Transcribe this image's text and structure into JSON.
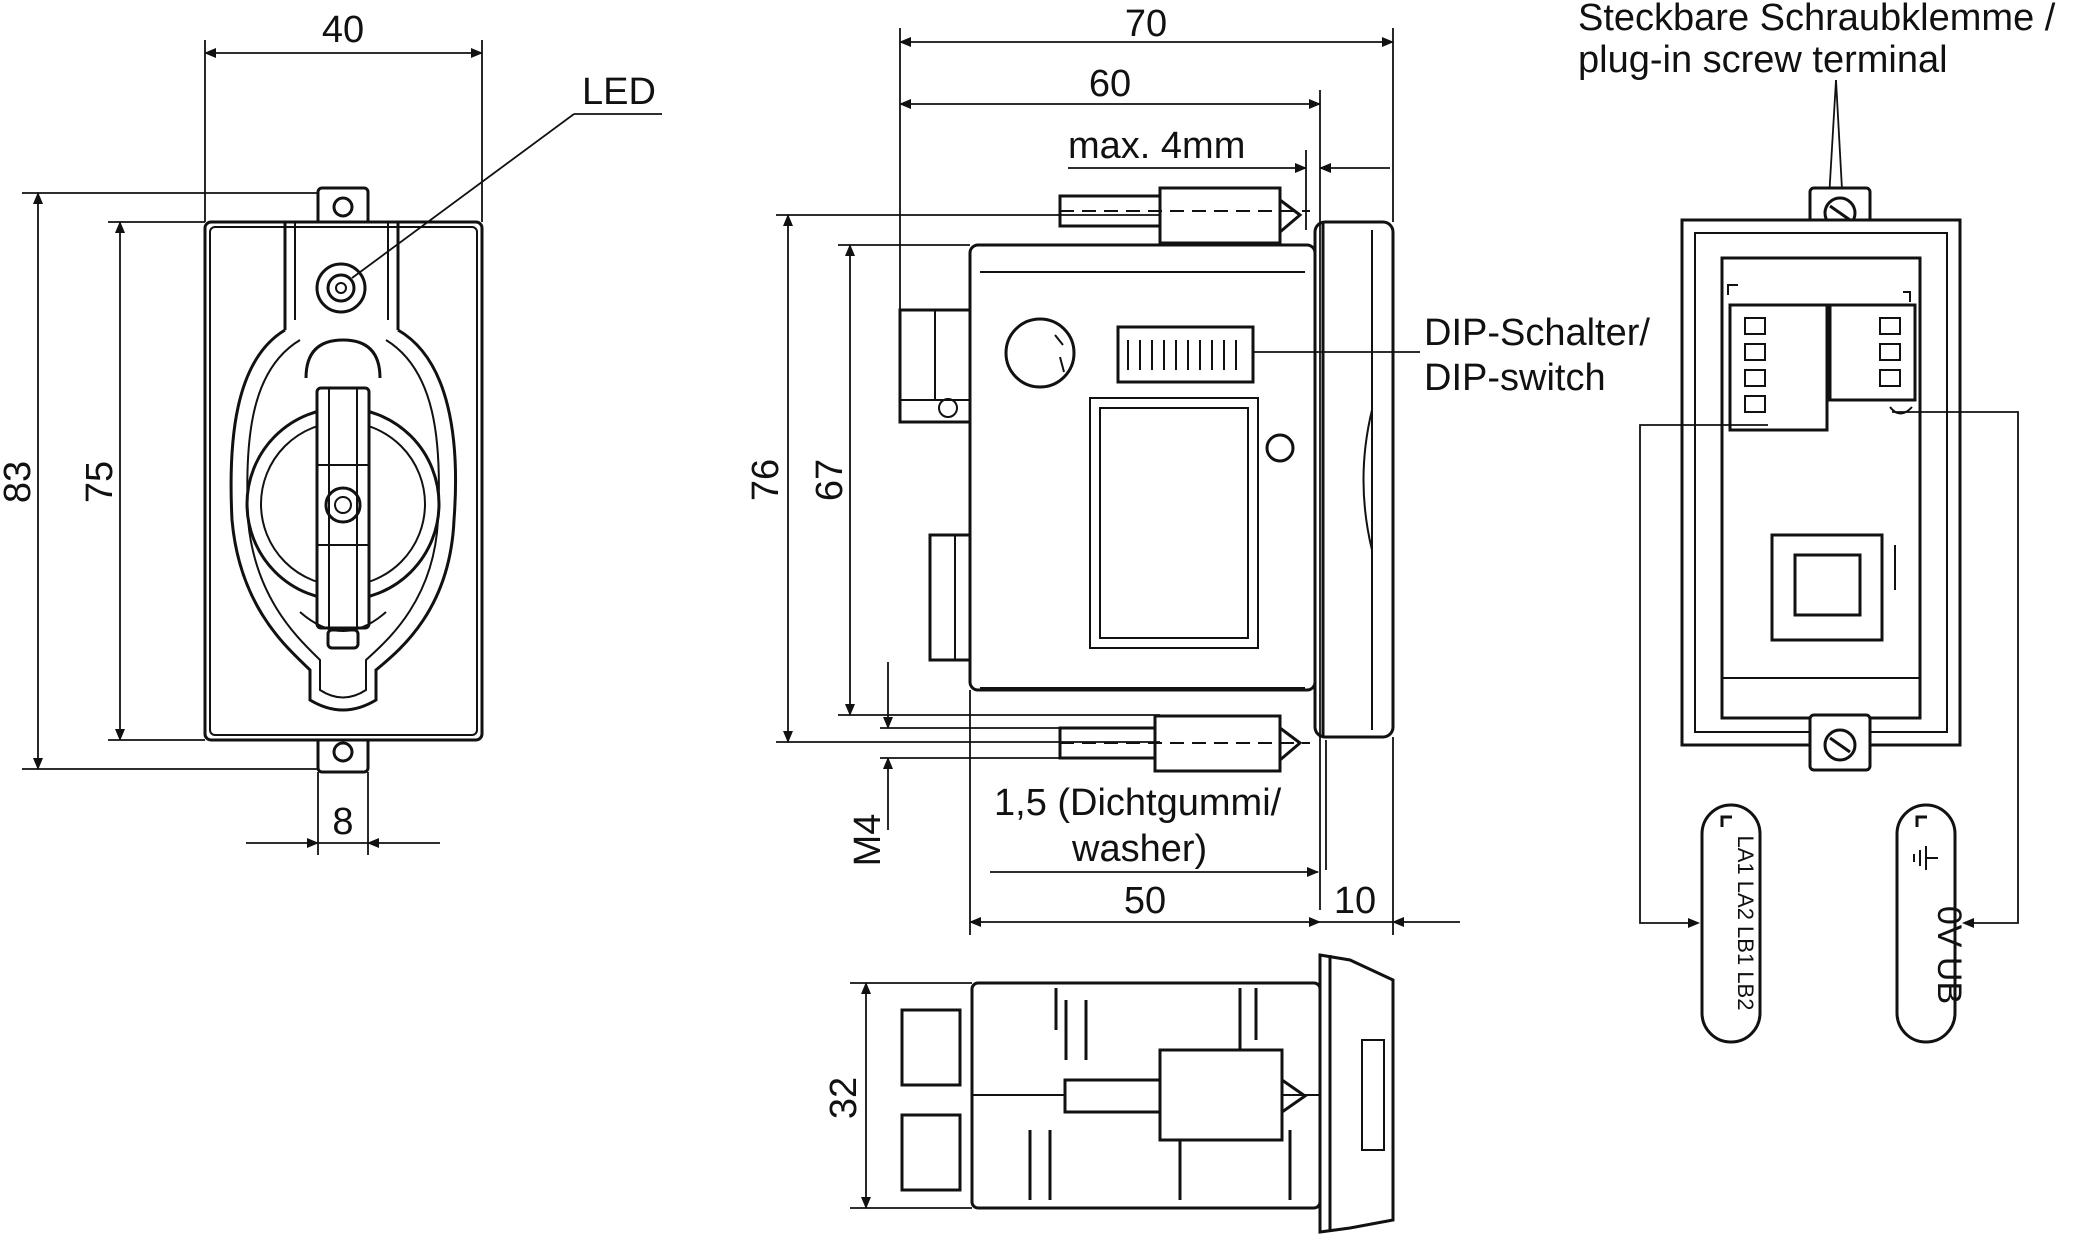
{
  "front_view": {
    "width_label": "40",
    "height_outer_label": "83",
    "height_inner_label": "75",
    "tab_width_label": "8",
    "led_label": "LED"
  },
  "side_view": {
    "total_depth_label": "70",
    "depth_label": "60",
    "max_label": "max. 4mm",
    "height_outer_label": "76",
    "height_inner_label": "67",
    "screw_label": "M4",
    "washer_line1": "1,5 (Dichtgummi/",
    "washer_line2": "washer)",
    "body_depth_label": "50",
    "front_depth_label": "10",
    "dip_line1": "DIP-Schalter/",
    "dip_line2": "DIP-switch"
  },
  "bottom_view": {
    "height_label": "32"
  },
  "rear_view": {
    "terminal_line1": "Steckbare Schraubklemme /",
    "terminal_line2": "plug-in screw terminal",
    "terminal_left_pins": "LA1 LA2 LB1 LB2",
    "terminal_right_pins": "0V UB"
  }
}
